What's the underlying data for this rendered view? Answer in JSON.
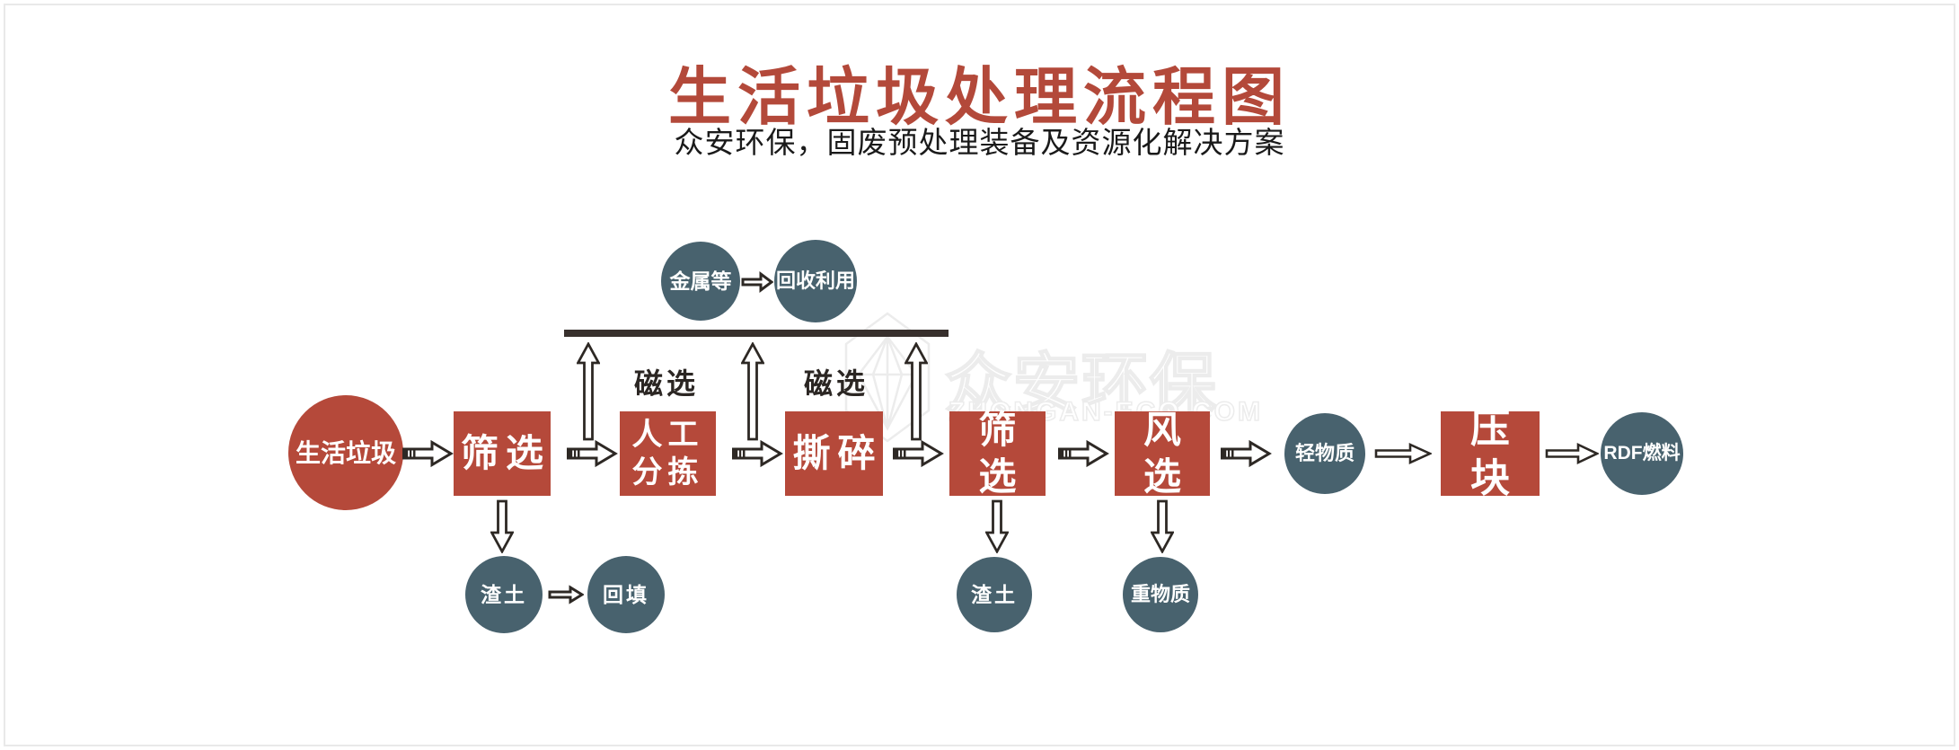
{
  "header": {
    "title": "生活垃圾处理流程图",
    "subtitle": "众安环保，固废预处理装备及资源化解决方案"
  },
  "watermark": {
    "brand": "众安环保",
    "domain": "ZHONGAN-ECO.COM"
  },
  "labels": {
    "magnetic_1": "磁选",
    "magnetic_2": "磁选"
  },
  "nodes": {
    "source": "生活垃圾",
    "screening_1": "筛选",
    "manual_sorting_line1": "人工",
    "manual_sorting_line2": "分拣",
    "shredding": "撕碎",
    "screening_2": "筛选",
    "air_separation": "风选",
    "light_material": "轻物质",
    "briquetting": "压块",
    "rdf_fuel": "RDF燃料",
    "metals": "金属等",
    "recycling": "回收利用",
    "residue_1": "渣土",
    "backfill": "回填",
    "residue_2": "渣土",
    "heavy_material": "重物质"
  },
  "colors": {
    "process_red": "#b5493a",
    "output_slate": "#48626e",
    "arrow_stroke": "#2d2824",
    "collector_bar": "#38302d",
    "watermark_gray": "#ececec",
    "title_red": "#b3493a",
    "border_gray": "#e9e9e9"
  }
}
